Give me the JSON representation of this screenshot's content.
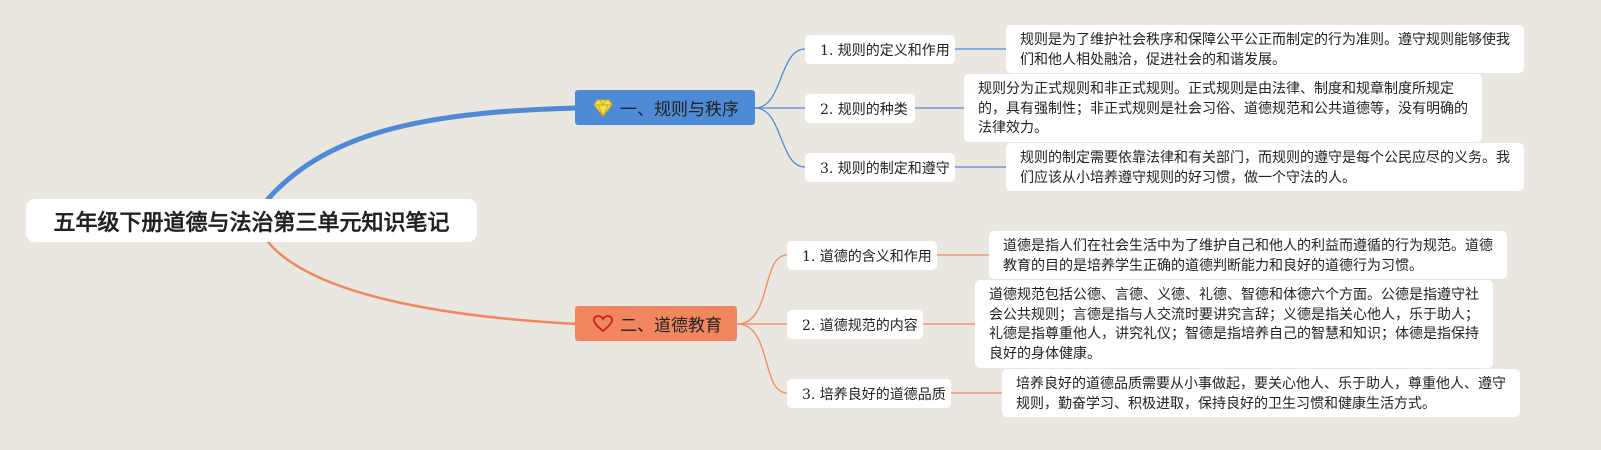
{
  "root": {
    "title": "五年级下册道德与法治第三单元知识笔记"
  },
  "branches": [
    {
      "label": "一、规则与秩序",
      "icon": "diamond-icon",
      "color": "#4f8ad6",
      "topics": [
        {
          "label": "1. 规则的定义和作用",
          "detail": "规则是为了维护社会秩序和保障公平公正而制定的行为准则。遵守规则能够使我们和他人相处融洽，促进社会的和谐发展。"
        },
        {
          "label": "2. 规则的种类",
          "detail": "规则分为正式规则和非正式规则。正式规则是由法律、制度和规章制度所规定的，具有强制性；非正式规则是社会习俗、道德规范和公共道德等，没有明确的法律效力。"
        },
        {
          "label": "3. 规则的制定和遵守",
          "detail": "规则的制定需要依靠法律和有关部门，而规则的遵守是每个公民应尽的义务。我们应该从小培养遵守规则的好习惯，做一个守法的人。"
        }
      ]
    },
    {
      "label": "二、道德教育",
      "icon": "heart-icon",
      "color": "#f2875f",
      "topics": [
        {
          "label": "1. 道德的含义和作用",
          "detail": "道德是指人们在社会生活中为了维护自己和他人的利益而遵循的行为规范。道德教育的目的是培养学生正确的道德判断能力和良好的道德行为习惯。"
        },
        {
          "label": "2. 道德规范的内容",
          "detail": "道德规范包括公德、言德、义德、礼德、智德和体德六个方面。公德是指遵守社会公共规则；言德是指与人交流时要讲究言辞；义德是指关心他人，乐于助人；礼德是指尊重他人，讲究礼仪；智德是指培养自己的智慧和知识；体德是指保持良好的身体健康。"
        },
        {
          "label": "3. 培养良好的道德品质",
          "detail": "培养良好的道德品质需要从小事做起，要关心他人、乐于助人，尊重他人、遵守规则，勤奋学习、积极进取，保持良好的卫生习惯和健康生活方式。"
        }
      ]
    }
  ]
}
